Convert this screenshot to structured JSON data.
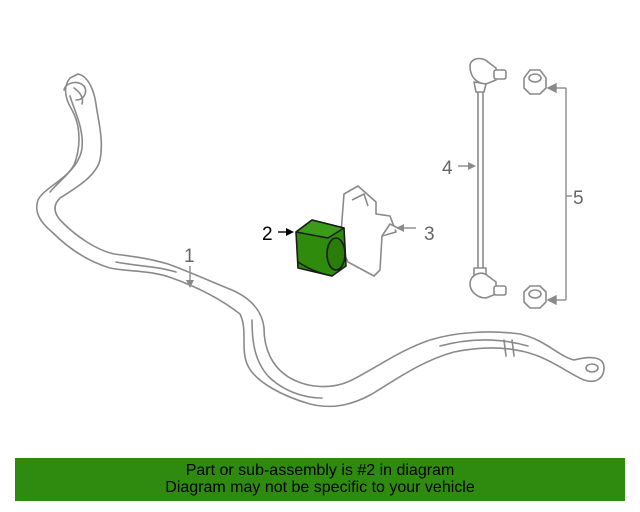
{
  "diagram": {
    "callouts": {
      "stabilizer_bar": "1",
      "bushing": "2",
      "bracket": "3",
      "link": "4",
      "nut": "5"
    },
    "colors": {
      "highlight_fill": "#2e8b0c",
      "line": "#8a8a8a",
      "label_gray": "#666666",
      "label_highlight": "#000000"
    }
  },
  "banner": {
    "line1": "Part or sub-assembly is #2 in diagram",
    "line2": "Diagram may not be specific to your vehicle",
    "background": "#2f8a10"
  }
}
